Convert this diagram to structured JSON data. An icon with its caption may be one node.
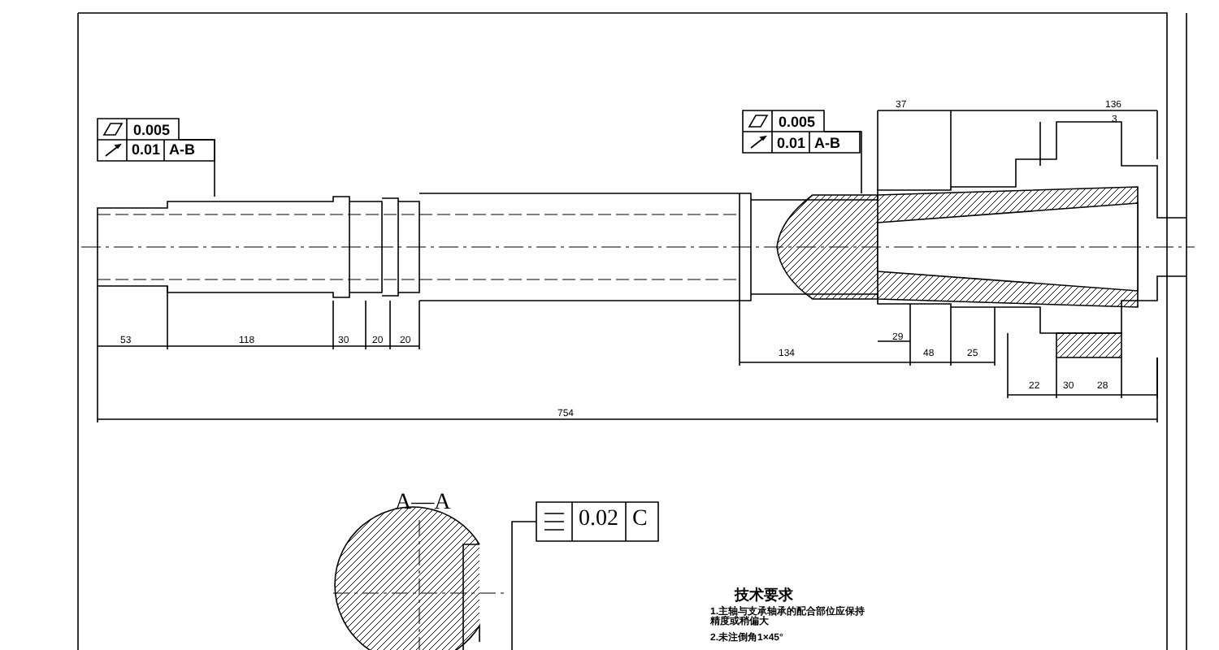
{
  "diagram": {
    "labels": [
      "0.005",
      "0.01",
      "A-B",
      "0.005",
      "0.01",
      "A-B",
      "37",
      "136",
      "3",
      "53",
      "118",
      "30",
      "20",
      "20",
      "134",
      "29",
      "48",
      "25",
      "22",
      "30",
      "28",
      "754",
      "A—A",
      "0.02",
      "C",
      "技术要求",
      "1.主轴与支承轴承的配合部位应保持精度或稍偏大",
      "2.未注倒角1×45°"
    ]
  }
}
